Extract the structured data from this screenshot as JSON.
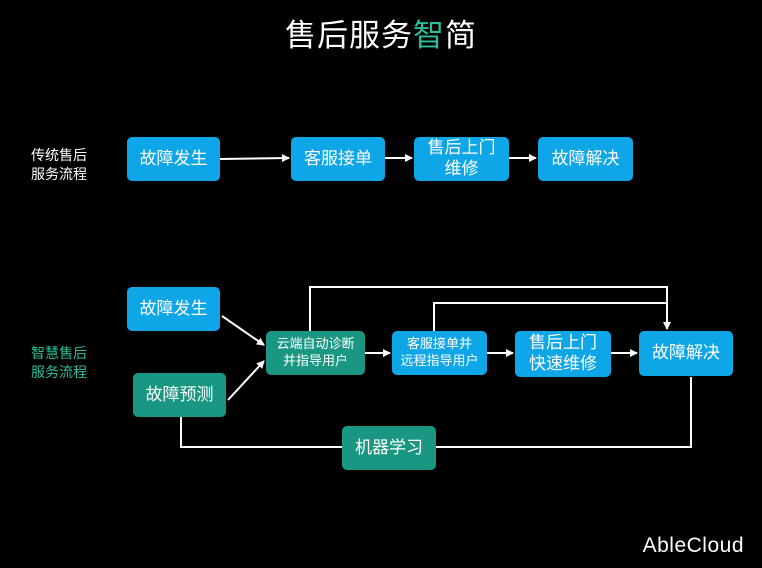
{
  "title": {
    "main": "售后服务",
    "accent": "智",
    "tail": "简"
  },
  "traditional": {
    "label": "传统售后\n服务流程",
    "nodes": [
      "故障发生",
      "客服接单",
      "售后上门\n维修",
      "故障解决"
    ]
  },
  "smart": {
    "label": "智慧售后\n服务流程",
    "fault_occurs": "故障发生",
    "fault_predict": "故障预测",
    "cloud_diagnose": "云端自动诊断\n并指导用户",
    "service_remote": "客服接单并\n远程指导用户",
    "onsite_repair": "售后上门\n快速维修",
    "resolved": "故障解决",
    "machine_learning": "机器学习"
  },
  "logo": "AbleCloud",
  "colors": {
    "blue": "#0fa6e8",
    "teal": "#199783",
    "accent": "#2bbd9c"
  }
}
